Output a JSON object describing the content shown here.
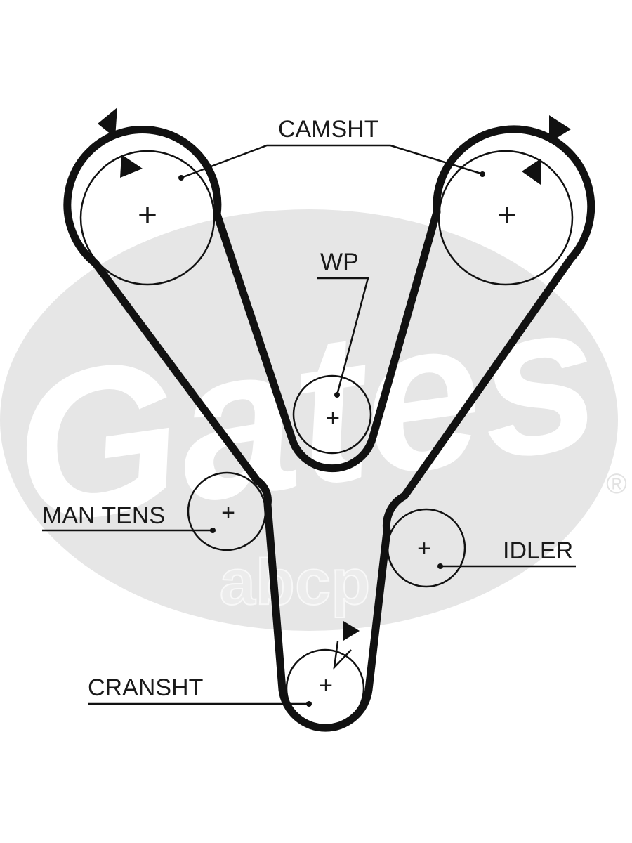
{
  "labels": {
    "camshaft": "CAMSHT",
    "water_pump": "WP",
    "manual_tensioner": "MAN TENS",
    "idler": "IDLER",
    "crankshaft": "CRANSHT"
  },
  "center_mark": "+",
  "watermark": {
    "brand": "Gates",
    "registered": "®",
    "site": "abcp"
  },
  "colors": {
    "belt": "#111111",
    "watermark_oval": "#e6e6e6"
  }
}
